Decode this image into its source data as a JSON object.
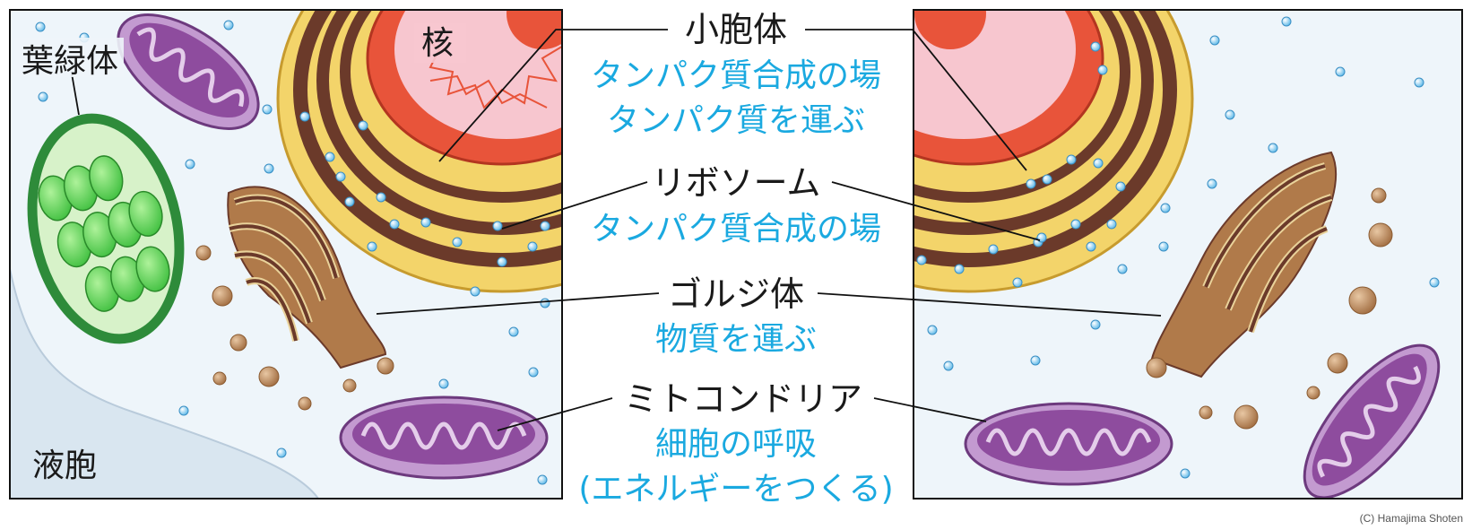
{
  "left_labels": {
    "chloroplast": "葉緑体",
    "nucleus": "核",
    "vacuole": "液胞"
  },
  "center_labels": {
    "er": {
      "name": "小胞体",
      "desc1": "タンパク質合成の場",
      "desc2": "タンパク質を運ぶ"
    },
    "ribosome": {
      "name": "リボソーム",
      "desc1": "タンパク質合成の場"
    },
    "golgi": {
      "name": "ゴルジ体",
      "desc1": "物質を運ぶ"
    },
    "mitochondria": {
      "name": "ミトコンドリア",
      "desc1": "細胞の呼吸",
      "desc2": "(エネルギーをつくる)"
    }
  },
  "credit": "(C) Hamajima Shoten",
  "colors": {
    "label_blue": "#1aa9e0",
    "cytoplasm": "#eaf3f9",
    "nucleus": "#e8543a",
    "er_brown": "#6b3a2a",
    "er_yellow": "#f2cf5b",
    "golgi": "#b07a4a",
    "mito": "#8e4c9e",
    "chloroplast": "#2e8b3a"
  }
}
